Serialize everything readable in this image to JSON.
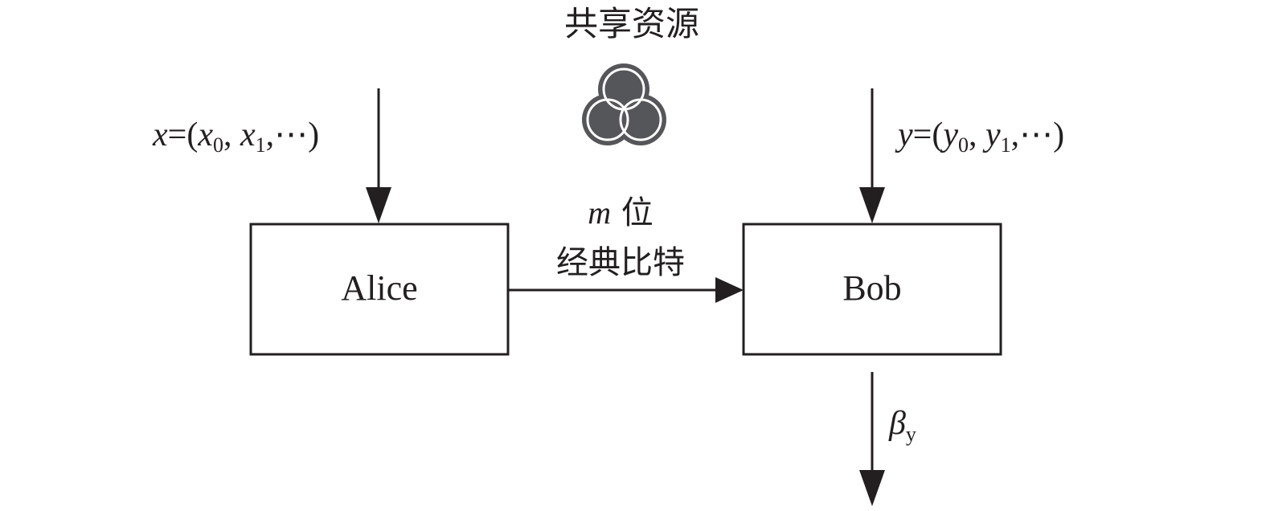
{
  "shared_resource": {
    "label": "共享资源",
    "icon": "three-overlapping-circles-icon",
    "icon_color": "#55565a"
  },
  "alice": {
    "label": "Alice",
    "input": {
      "var": "x",
      "eq": "=(",
      "x0": "x",
      "sub0": "0",
      "sep": ", ",
      "x1": "x",
      "sub1": "1",
      "tail": ",⋯)"
    }
  },
  "bob": {
    "label": "Bob",
    "input": {
      "var": "y",
      "eq": "=(",
      "y0": "y",
      "sub0": "0",
      "sep": ", ",
      "y1": "y",
      "sub1": "1",
      "tail": ",⋯)"
    },
    "output": {
      "symbol": "β",
      "sub": "y"
    }
  },
  "channel": {
    "line1_var": "m",
    "line1_text": " 位",
    "line2": "经典比特"
  },
  "colors": {
    "stroke": "#231f20",
    "background": "#ffffff"
  }
}
